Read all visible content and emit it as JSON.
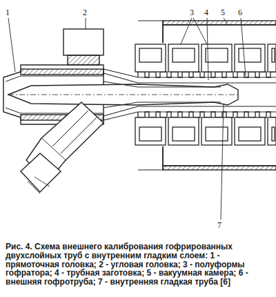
{
  "diagram": {
    "caption": "Рис. 4. Схема внешнего калибрования гофрированных двухслойных труб с внутренним гладким слоем: 1 - прямоточная головка; 2 - угловая головка; 3 - полуформы гофратора; 4 - трубная заготовка; 5 - вакуумная камера; 6 - внешняя гофротруба; 7 - внутренняя гладкая труба [6]",
    "labels": [
      "1",
      "2",
      "3",
      "4",
      "5",
      "6",
      "7"
    ]
  }
}
